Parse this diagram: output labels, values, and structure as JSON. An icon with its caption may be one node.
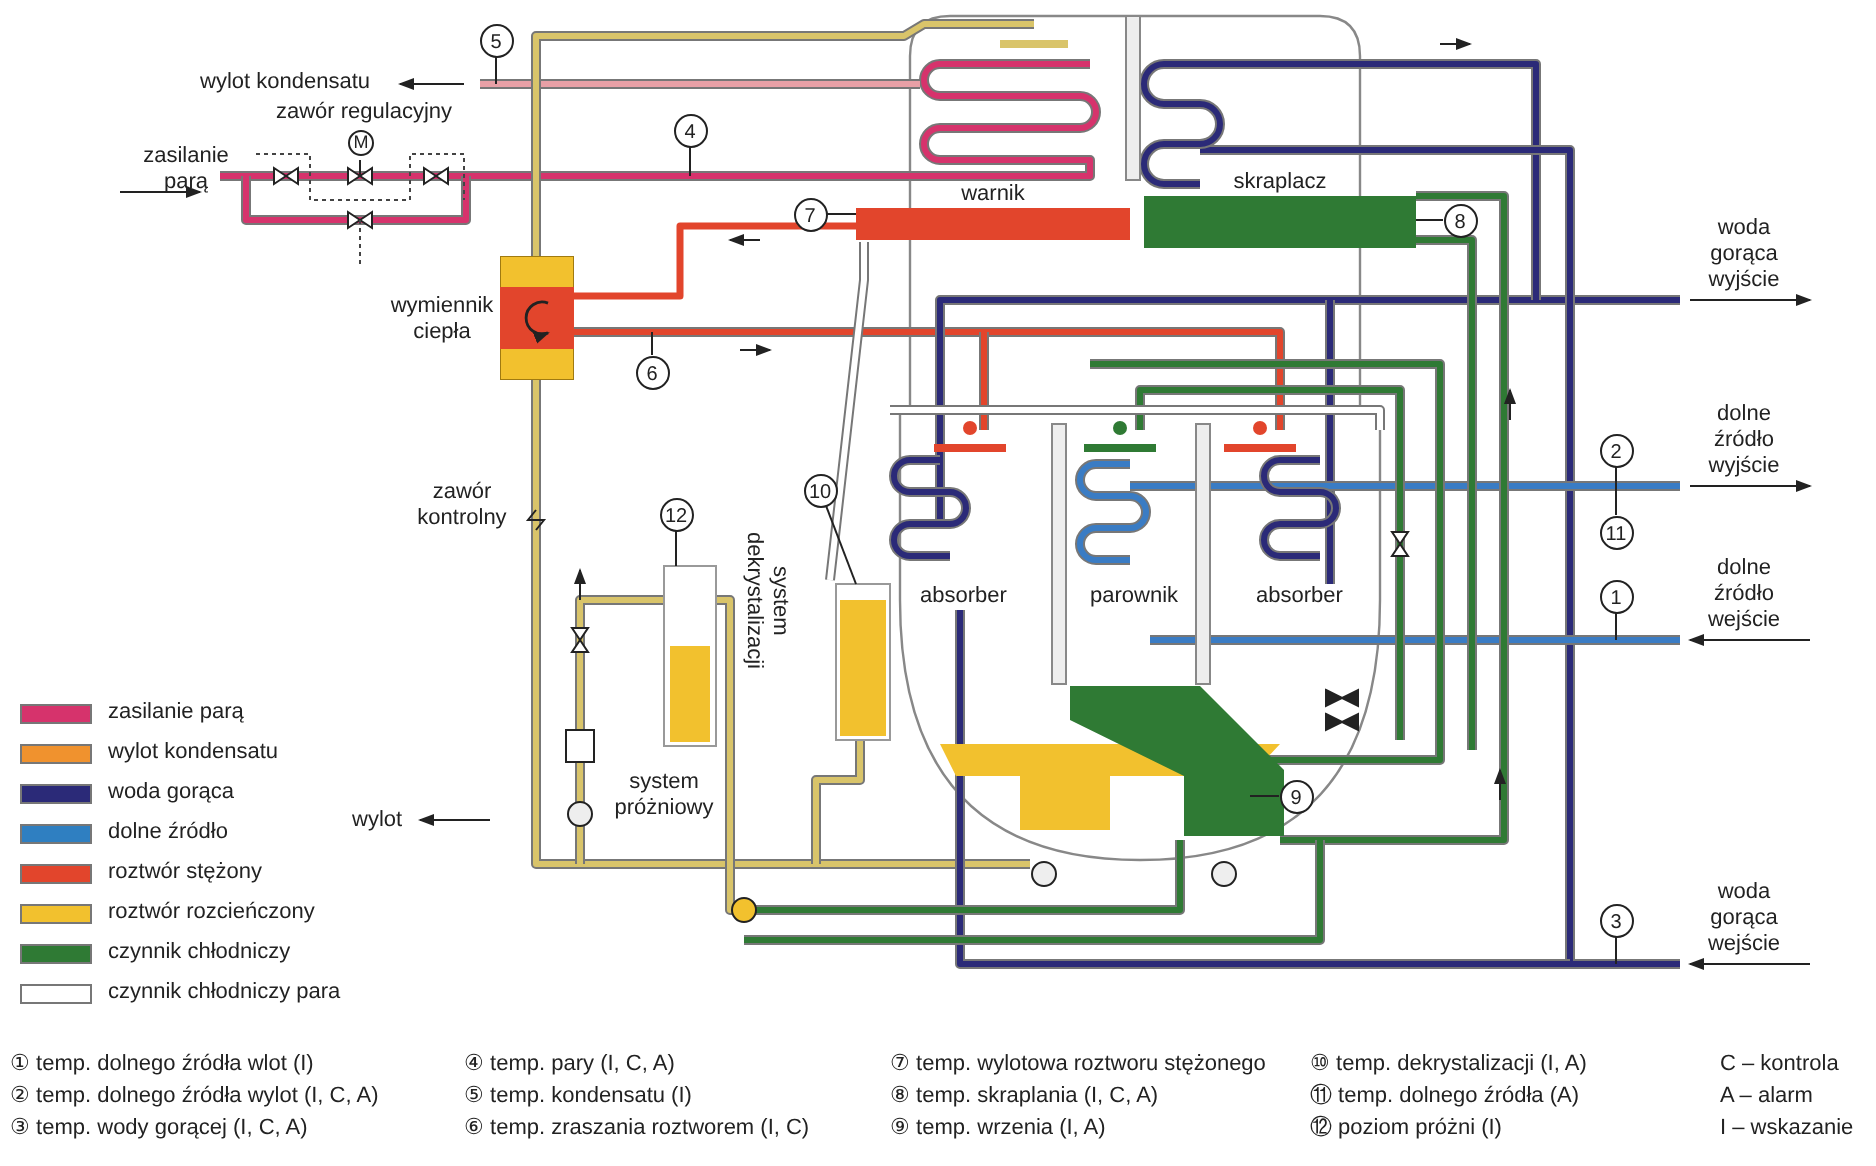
{
  "diagram": {
    "nodes": [
      {
        "text": [
          "warnik"
        ]
      },
      {
        "text": [
          "skraplacz"
        ]
      },
      {
        "text": [],
        "shape": "box",
        "beside": [
          "wymiennik ciepła"
        ]
      },
      {
        "text": [
          "5"
        ]
      },
      {
        "text": [
          "4"
        ]
      },
      {
        "text": [
          "7"
        ]
      },
      {
        "text": [
          "6"
        ]
      },
      {
        "text": [
          "12"
        ]
      },
      {
        "text": [
          "10"
        ]
      },
      {
        "text": [
          "8"
        ]
      },
      {
        "text": [
          "2"
        ]
      },
      {
        "text": [
          "11"
        ]
      },
      {
        "text": [
          "1"
        ]
      },
      {
        "text": [
          "9"
        ]
      },
      {
        "text": [
          "3"
        ]
      }
    ],
    "edges": [
      {
        "from": 3,
        "to": null,
        "arrow": "none"
      },
      {
        "from": 4,
        "to": null,
        "arrow": "none"
      },
      {
        "from": 5,
        "to": 0,
        "arrow": "none"
      },
      {
        "from": 6,
        "to": null,
        "arrow": "none"
      },
      {
        "from": 7,
        "to": null,
        "arrow": "none"
      },
      {
        "from": 8,
        "to": null,
        "arrow": "none"
      },
      {
        "from": 9,
        "to": 1,
        "arrow": "none"
      },
      {
        "from": 10,
        "to": 11,
        "arrow": "none"
      },
      {
        "from": 12,
        "to": null,
        "arrow": "none"
      },
      {
        "from": 13,
        "to": null,
        "arrow": "none"
      },
      {
        "from": 14,
        "to": null,
        "arrow": "none"
      },
      {
        "from": 0,
        "to": 2,
        "arrow": "none",
        "style": "thick",
        "color": "#e2452c"
      }
    ],
    "labels": [
      "wylot kondensatu",
      "zawór regulacyjny",
      "M",
      "zasilanie parą",
      "woda gorąca wyjście",
      "zawór kontrolny",
      "dolne źródło wyjście",
      "absorber",
      "parownik",
      "absorber",
      "system dekrystalizacji",
      "dolne źródło wejście",
      "wylot",
      "system próżniowy",
      "woda gorąca wejście",
      "① temp. dolnego źródła wlot (I)",
      "④ temp. pary (I, C, A)",
      "⑦ temp. wylotowa roztworu stężonego",
      "⑩ temp. dekrystalizacji (I, A)",
      "C – kontrola",
      "② temp. dolnego źródła wylot (I, C, A)",
      "⑤ temp. kondensatu (I)",
      "⑧ temp. skraplania (I, C, A)",
      "⑪ temp. dolnego źródła (A)",
      "A – alarm",
      "③ temp. wody gorącej (I, C, A)",
      "⑥ temp. zraszania roztworem (I, C)",
      "⑨ temp. wrzenia (I, A)",
      "⑫ poziom próżni (I)",
      "I – wskazanie"
    ],
    "legend": [
      {
        "text": "zasilanie parą",
        "color": "#d6336c"
      },
      {
        "text": "wylot kondensatu",
        "color": "#f0922e"
      },
      {
        "text": "woda gorąca",
        "color": "#2b2a78"
      },
      {
        "text": "dolne źródło",
        "color": "#2f7fc1"
      },
      {
        "text": "roztwór stężony",
        "color": "#e2452c"
      },
      {
        "text": "roztwór rozcieńczony",
        "color": "#f2c12e"
      },
      {
        "text": "czynnik chłodniczy",
        "color": "#2f7a34"
      },
      {
        "text": "czynnik chłodniczy para",
        "color": "#ffffff"
      }
    ]
  }
}
